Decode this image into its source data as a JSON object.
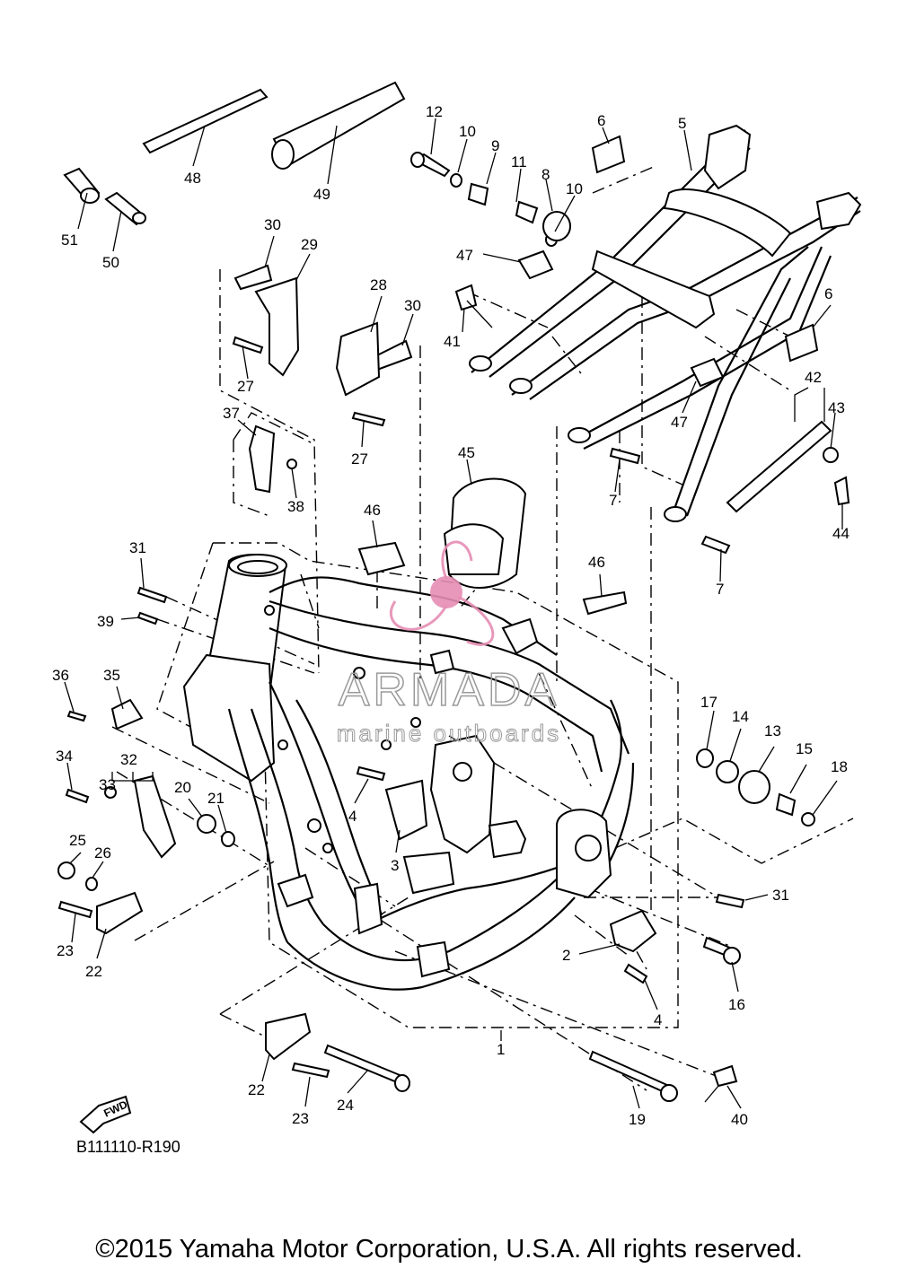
{
  "diagram_ref": "B111110-R190",
  "copyright": "©2015 Yamaha Motor Corporation, U.S.A. All rights reserved.",
  "watermark": {
    "brand": "ARMADA",
    "tagline": "marine outboards",
    "color": "#e58db4"
  },
  "fwd_label": "FWD",
  "callouts": [
    {
      "id": "c1",
      "text": "1"
    },
    {
      "id": "c2",
      "text": "2"
    },
    {
      "id": "c3",
      "text": "3"
    },
    {
      "id": "c4a",
      "text": "4"
    },
    {
      "id": "c4b",
      "text": "4"
    },
    {
      "id": "c5",
      "text": "5"
    },
    {
      "id": "c6a",
      "text": "6"
    },
    {
      "id": "c6b",
      "text": "6"
    },
    {
      "id": "c7a",
      "text": "7"
    },
    {
      "id": "c7b",
      "text": "7"
    },
    {
      "id": "c8",
      "text": "8"
    },
    {
      "id": "c9",
      "text": "9"
    },
    {
      "id": "c10a",
      "text": "10"
    },
    {
      "id": "c10b",
      "text": "10"
    },
    {
      "id": "c11",
      "text": "11"
    },
    {
      "id": "c12",
      "text": "12"
    },
    {
      "id": "c13",
      "text": "13"
    },
    {
      "id": "c14",
      "text": "14"
    },
    {
      "id": "c15",
      "text": "15"
    },
    {
      "id": "c16",
      "text": "16"
    },
    {
      "id": "c17",
      "text": "17"
    },
    {
      "id": "c18",
      "text": "18"
    },
    {
      "id": "c19",
      "text": "19"
    },
    {
      "id": "c20",
      "text": "20"
    },
    {
      "id": "c21",
      "text": "21"
    },
    {
      "id": "c22a",
      "text": "22"
    },
    {
      "id": "c22b",
      "text": "22"
    },
    {
      "id": "c23a",
      "text": "23"
    },
    {
      "id": "c23b",
      "text": "23"
    },
    {
      "id": "c24",
      "text": "24"
    },
    {
      "id": "c25",
      "text": "25"
    },
    {
      "id": "c26",
      "text": "26"
    },
    {
      "id": "c27a",
      "text": "27"
    },
    {
      "id": "c27b",
      "text": "27"
    },
    {
      "id": "c28",
      "text": "28"
    },
    {
      "id": "c29",
      "text": "29"
    },
    {
      "id": "c30a",
      "text": "30"
    },
    {
      "id": "c30b",
      "text": "30"
    },
    {
      "id": "c31a",
      "text": "31"
    },
    {
      "id": "c31b",
      "text": "31"
    },
    {
      "id": "c32",
      "text": "32"
    },
    {
      "id": "c33",
      "text": "33"
    },
    {
      "id": "c34",
      "text": "34"
    },
    {
      "id": "c35",
      "text": "35"
    },
    {
      "id": "c36",
      "text": "36"
    },
    {
      "id": "c37",
      "text": "37"
    },
    {
      "id": "c38",
      "text": "38"
    },
    {
      "id": "c39",
      "text": "39"
    },
    {
      "id": "c40",
      "text": "40"
    },
    {
      "id": "c41",
      "text": "41"
    },
    {
      "id": "c42",
      "text": "42"
    },
    {
      "id": "c43",
      "text": "43"
    },
    {
      "id": "c44",
      "text": "44"
    },
    {
      "id": "c45",
      "text": "45"
    },
    {
      "id": "c46a",
      "text": "46"
    },
    {
      "id": "c46b",
      "text": "46"
    },
    {
      "id": "c47a",
      "text": "47"
    },
    {
      "id": "c47b",
      "text": "47"
    },
    {
      "id": "c48",
      "text": "48"
    },
    {
      "id": "c49",
      "text": "49"
    },
    {
      "id": "c50",
      "text": "50"
    },
    {
      "id": "c51",
      "text": "51"
    }
  ]
}
